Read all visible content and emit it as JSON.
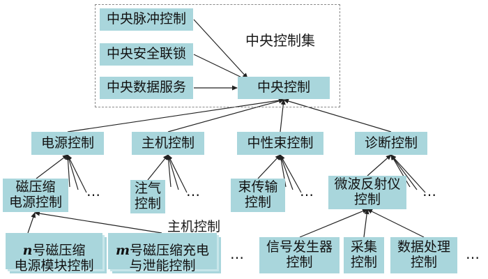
{
  "group": {
    "title": "中央控制集"
  },
  "nodes": {
    "central_pulse": "中央脉冲控制",
    "central_safety": "中央安全联锁",
    "central_data": "中央数据服务",
    "central_control": "中央控制",
    "power_control": "电源控制",
    "host_control": "主机控制",
    "neutral_beam": "中性束控制",
    "diagnostic": "诊断控制",
    "magnetic_power": "磁压缩\n电源控制",
    "injection": "注气\n控制",
    "beam_transport": "束传输\n控制",
    "microwave": "微波反射仪\n控制",
    "n_module_prefix": "n",
    "n_module_text": "号磁压缩\n电源模块控制",
    "m_module_prefix": "m",
    "m_module_text": "号磁压缩充电\n与泄能控制",
    "signal_gen": "信号发生器\n控制",
    "acquisition": "采集\n控制",
    "data_processing": "数据处理\n控制"
  },
  "labels": {
    "host_control_group": "主机控制",
    "ellipsis": "…"
  },
  "colors": {
    "box_fill": "#a9d6dc",
    "line": "#222222",
    "frame": "#888888"
  }
}
